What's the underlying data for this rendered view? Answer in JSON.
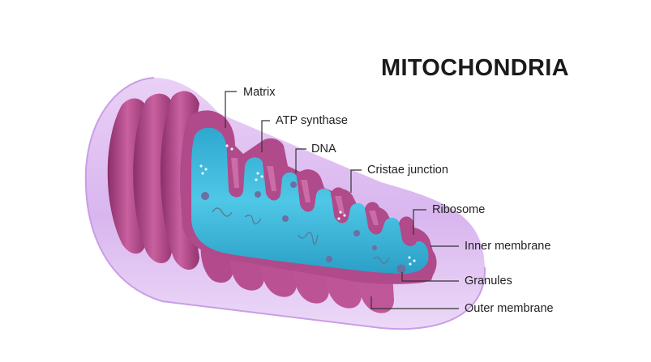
{
  "title": "MITOCHONDRIA",
  "labels": {
    "matrix": "Matrix",
    "atp_synthase": "ATP synthase",
    "dna": "DNA",
    "cristae_junction": "Cristae junction",
    "ribosome": "Ribosome",
    "inner_membrane": "Inner membrane",
    "granules": "Granules",
    "outer_membrane": "Outer membrane"
  },
  "colors": {
    "outer_membrane": "#dcb6ef",
    "inner_membrane": "#b04a8a",
    "matrix": "#34b4d8",
    "leader_line": "#333333"
  }
}
